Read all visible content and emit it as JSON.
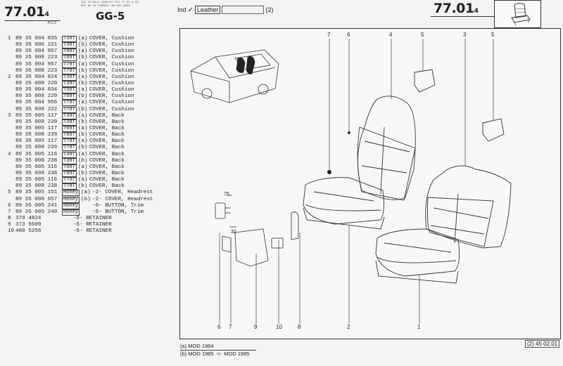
{
  "header": {
    "left_code": "77.01",
    "left_code_sub": "4",
    "left_code_note": "P.C.2",
    "tiny_lines": [
      "ICS 27/09/4 1994/07 PC2 77 01 4 05",
      "REV 09 16 CORRECT MW 902 9906"
    ],
    "model": "GG-5",
    "spec_ind": "Ind",
    "spec_check": "✓",
    "spec_trim": "Leather",
    "spec_note": "(2)",
    "right_code": "77.01",
    "right_code_sub": "4"
  },
  "parts": [
    {
      "no": "1",
      "pn": "89 35 004 835",
      "code": "T39T",
      "var": "(a)",
      "desc": "COVER, Cushion"
    },
    {
      "no": "",
      "pn": "89 35 006 221",
      "code": "T39T",
      "var": "(b)",
      "desc": "COVER, Cushion"
    },
    {
      "no": "",
      "pn": "89 35 004 957",
      "code": "T69T",
      "var": "(a)",
      "desc": "COVER, Cushion"
    },
    {
      "no": "",
      "pn": "89 35 008 223",
      "code": "T69T",
      "var": "(b)",
      "desc": "COVER, Cushion"
    },
    {
      "no": "",
      "pn": "89 35 004 957",
      "code": "T79T",
      "var": "(a)",
      "desc": "COVER, Cushion"
    },
    {
      "no": "",
      "pn": "89 35 008 223",
      "code": "T79T",
      "var": "(b)",
      "desc": "COVER, Cushion"
    },
    {
      "no": "2",
      "pn": "89 35 004 824",
      "code": "T39T",
      "var": "(a)",
      "desc": "COVER, Cushion"
    },
    {
      "no": "",
      "pn": "89 35 008 220",
      "code": "T39T",
      "var": "(b)",
      "desc": "COVER, Cushion"
    },
    {
      "no": "",
      "pn": "89 35 004 834",
      "code": "T59T",
      "var": "(a)",
      "desc": "COVER, Cushion"
    },
    {
      "no": "",
      "pn": "89 35 008 220",
      "code": "T69T",
      "var": "(b)",
      "desc": "COVER, Cushion"
    },
    {
      "no": "",
      "pn": "89 35 004 956",
      "code": "T79T",
      "var": "(a)",
      "desc": "COVER, Cushion"
    },
    {
      "no": "",
      "pn": "89 35 008 222",
      "code": "T79T",
      "var": "(b)",
      "desc": "COVER, Cushion"
    },
    {
      "no": "3",
      "pn": "89 35 005 117",
      "code": "T39T",
      "var": "(a)",
      "desc": "COVER, Back"
    },
    {
      "no": "",
      "pn": "89 35 008 239",
      "code": "T39T",
      "var": "(b)",
      "desc": "COVER, Back"
    },
    {
      "no": "",
      "pn": "89 35 005 117",
      "code": "T69T",
      "var": "(a)",
      "desc": "COVER, Back"
    },
    {
      "no": "",
      "pn": "89 35 008 239",
      "code": "T69T",
      "var": "(b)",
      "desc": "COVER, Back"
    },
    {
      "no": "",
      "pn": "89 35 005 117",
      "code": "T79T",
      "var": "(a)",
      "desc": "COVER, Back"
    },
    {
      "no": "",
      "pn": "89 35 008 239",
      "code": "T79T",
      "var": "(b)",
      "desc": "COVER, Back"
    },
    {
      "no": "4",
      "pn": "89 35 005 116",
      "code": "T39T",
      "var": "(a)",
      "desc": "COVER, Back"
    },
    {
      "no": "",
      "pn": "89 35 008 238",
      "code": "T39T",
      "var": "(b)",
      "desc": "COVER, Back"
    },
    {
      "no": "",
      "pn": "89 35 005 116",
      "code": "T69T",
      "var": "(a)",
      "desc": "COVER, Back"
    },
    {
      "no": "",
      "pn": "89 35 008 238",
      "code": "T69T",
      "var": "(b)",
      "desc": "COVER, Back"
    },
    {
      "no": "",
      "pn": "89 35 005 116",
      "code": "T79T",
      "var": "(a)",
      "desc": "COVER, Back"
    },
    {
      "no": "",
      "pn": "89 35 008 238",
      "code": "T79T",
      "var": "(b)",
      "desc": "COVER, Back"
    },
    {
      "no": "5",
      "pn": "89 35 005 151",
      "code": "Honey",
      "var": "(a)",
      "desc": "-2- COVER, Headrest"
    },
    {
      "no": "",
      "pn": "89 35 008 657",
      "code": "Honey",
      "var": "(b)",
      "desc": "-2- COVER, Headrest"
    },
    {
      "no": "6",
      "pn": "89 35 005 241",
      "code": "Honey",
      "var": "",
      "desc": "-6- BUTTON, Trim"
    },
    {
      "no": "7",
      "pn": "89 35 005 240",
      "code": "Honey",
      "var": "",
      "desc": "-6- BUTTON, Trim"
    },
    {
      "no": "8",
      "pn": "370 4824",
      "code": "",
      "var": "",
      "desc": "-6- RETAINER"
    },
    {
      "no": "9",
      "pn": "373 5609",
      "code": "",
      "var": "",
      "desc": "-6- RETAINER"
    },
    {
      "no": "10",
      "pn": "400 5256",
      "code": "",
      "var": "",
      "desc": "-6- RETAINER"
    }
  ],
  "diagram": {
    "top_callouts": [
      "7",
      "6",
      "4",
      "5",
      "3",
      "5"
    ],
    "bottom_callouts": [
      "6",
      "7",
      "9",
      "10",
      "8",
      "2",
      "1"
    ],
    "dim_75": "75",
    "dim_32": "32"
  },
  "footer": {
    "mod_a": "(a) MOD 1984",
    "mod_b": "(b) MOD 1985",
    "mod_b2": "MOD 1985",
    "stamp": "(2) 45 02.01"
  }
}
